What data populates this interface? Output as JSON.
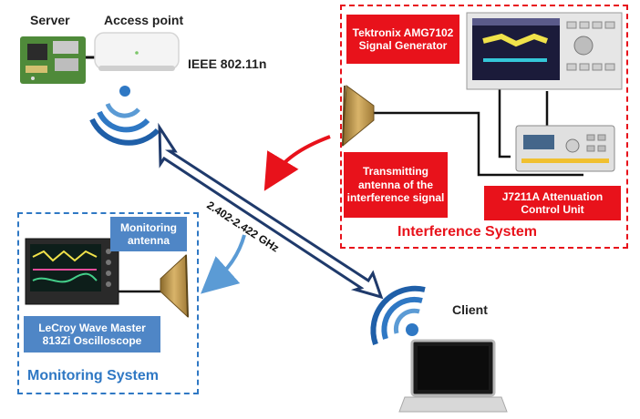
{
  "labels": {
    "server": "Server",
    "access_point": "Access point",
    "ieee": "IEEE 802.11n",
    "client": "Client",
    "frequency": "2.402-2.422 GHz"
  },
  "interference": {
    "generator": "Tektronix AMG7102 Signal Generator",
    "transmit_antenna": "Transmitting antenna of the interference signal",
    "attenuation": "J7211A Attenuation Control Unit",
    "system_title": "Interference System"
  },
  "monitoring": {
    "antenna": "Monitoring antenna",
    "oscilloscope": "LeCroy Wave Master 813Zi Oscilloscope",
    "system_title": "Monitoring System"
  },
  "colors": {
    "red": "#e8121b",
    "blue": "#2f78c4",
    "box_blue": "#4f86c6",
    "navy": "#1f3a6b"
  }
}
